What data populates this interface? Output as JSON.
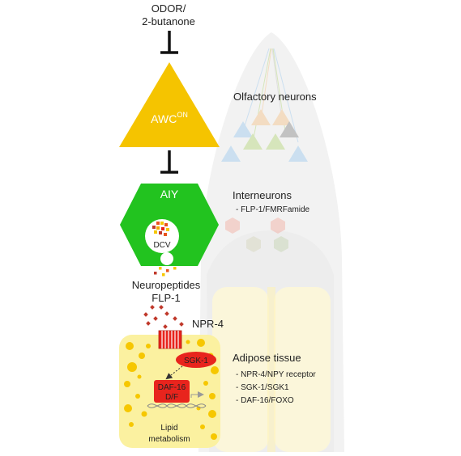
{
  "stimulus": {
    "line1": "ODOR/",
    "line2": "2-butanone"
  },
  "awc": {
    "label": "AWC",
    "superscript": "ON"
  },
  "aiy": {
    "label": "AIY",
    "vesicle_label": "DCV"
  },
  "neuropeptides": {
    "line1": "Neuropeptides",
    "line2": "FLP-1"
  },
  "receptor": {
    "label": "NPR-4"
  },
  "adipose_cell": {
    "sgk_label": "SGK-1",
    "daf_line1": "DAF-16",
    "daf_line2": "D/F",
    "lipid_line1": "Lipid",
    "lipid_line2": "metabolism"
  },
  "annotations": {
    "olfactory": {
      "title": "Olfactory neurons"
    },
    "interneurons": {
      "title": "Interneurons",
      "items": [
        "- FLP-1/FMRFamide"
      ]
    },
    "adipose": {
      "title": "Adipose tissue",
      "items": [
        "- NPR-4/NPY receptor",
        "- SGK-1/SGK1",
        "- DAF-16/FOXO"
      ]
    }
  },
  "colors": {
    "awc_fill": "#f5c400",
    "aiy_fill": "#22c31f",
    "sgk_fill": "#e8241d",
    "daf_fill": "#e8241d",
    "peptide_dot": "#c0392b",
    "fat_droplet": "#f6c700",
    "cell_fill": "#fbf1a0"
  }
}
